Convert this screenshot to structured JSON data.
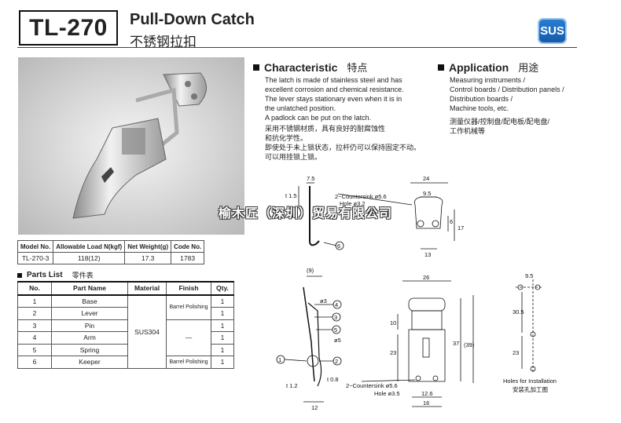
{
  "header": {
    "model": "TL-270",
    "title_en": "Pull-Down Catch",
    "title_cn": "不锈钢拉扣",
    "badge": "SUS",
    "badge_color": "#1f6fc4"
  },
  "characteristic": {
    "title": "Characteristic",
    "title_cn": "特点",
    "lines_en": [
      "The latch is made of stainless steel and has",
      "excellent corrosion and chemical resistance.",
      "The lever stays stationary even when it is in",
      "the unlatched position.",
      "A padlock can be put on the latch."
    ],
    "lines_cn": [
      "采用不锈钢材质，具有良好的耐腐蚀性",
      "和抗化学性。",
      "即使处于未上锁状态，拉杆仍可以保持固定不动。",
      "可以用挂锁上锁。"
    ]
  },
  "application": {
    "title": "Application",
    "title_cn": "用途",
    "lines_en": [
      "Measuring instruments /",
      "Control boards / Distribution panels /",
      "Distribution boards /",
      "Machine tools, etc."
    ],
    "lines_cn": [
      "测量仪器/控制盘/配电板/配电盘/",
      "工作机械等"
    ]
  },
  "watermark": "榆木匠（深圳）贸易有限公司",
  "spec_table": {
    "headers": [
      "Model No.",
      "Allowable Load N(kgf)",
      "Net Weight(g)",
      "Code No."
    ],
    "row": [
      "TL-270-3",
      "118(12)",
      "17.3",
      "1783"
    ]
  },
  "parts_list": {
    "title": "Parts List",
    "title_cn": "零件表",
    "headers": [
      "No.",
      "Part Name",
      "Material",
      "Finish",
      "Qty."
    ],
    "material": "SUS304",
    "finish_top": "Barrel Polishing",
    "finish_mid": "—",
    "finish_bottom": "Barrel Polishing",
    "rows": [
      {
        "no": "1",
        "name": "Base",
        "qty": "1"
      },
      {
        "no": "2",
        "name": "Lever",
        "qty": "1"
      },
      {
        "no": "3",
        "name": "Pin",
        "qty": "1"
      },
      {
        "no": "4",
        "name": "Arm",
        "qty": "1"
      },
      {
        "no": "5",
        "name": "Spring",
        "qty": "1"
      },
      {
        "no": "6",
        "name": "Keeper",
        "qty": "1"
      }
    ]
  },
  "drawings": {
    "keeper_side": {
      "d1": "7.5",
      "d2": "t 1.5",
      "callout": "6"
    },
    "keeper_front": {
      "w": "24",
      "hole": "9.5",
      "h1": "6",
      "h2": "17",
      "base": "13",
      "note1": "2−Countersink ø5.6",
      "note2": "Hole ø3.2"
    },
    "latch_side": {
      "top": "(9)",
      "d3": "ø3",
      "d5": "ø5",
      "thk1": "t 1.2",
      "thk2": "t 0.8",
      "w": "12",
      "callouts": [
        "4",
        "3",
        "5",
        "2",
        "1"
      ]
    },
    "latch_front": {
      "w": "26",
      "h1": "10",
      "h2": "23",
      "h3": "37",
      "h4": "(39)",
      "base": "12.6",
      "bw": "16",
      "note1": "2−Countersink ø5.6",
      "note2": "Hole ø3.5"
    },
    "holes": {
      "d1": "9.5",
      "d2": "30.5",
      "d3": "23",
      "caption_en": "Holes for Installation",
      "caption_cn": "安装孔加工图"
    }
  }
}
